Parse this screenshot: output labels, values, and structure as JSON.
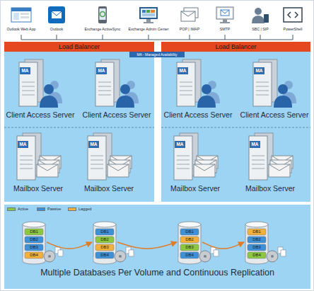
{
  "diagram": {
    "nodes": [
      {
        "text": [
          "Outlook Web App"
        ]
      },
      {
        "text": [
          "Outlook"
        ]
      },
      {
        "text": [
          "Exchange ActiveSync"
        ]
      },
      {
        "text": [
          "Exchange Admin Center"
        ]
      },
      {
        "text": [
          "POP | IMAP"
        ]
      },
      {
        "text": [
          "SMTP"
        ]
      },
      {
        "text": [
          "SBC | SIP"
        ]
      },
      {
        "text": [
          "PowerShell"
        ]
      },
      {
        "text": [
          "Load Balancer"
        ]
      },
      {
        "text": [
          "Load Balancer"
        ]
      },
      {
        "text": [
          "MA - Managed Availability"
        ]
      },
      {
        "text": [
          "MA",
          "Client Access Server"
        ]
      },
      {
        "text": [
          "MA",
          "Client Access Server"
        ]
      },
      {
        "text": [
          "MA",
          "Client Access Server"
        ]
      },
      {
        "text": [
          "MA",
          "Client Access Server"
        ]
      },
      {
        "text": [
          "MA",
          "Mailbox Server"
        ]
      },
      {
        "text": [
          "MA",
          "Mailbox Server"
        ]
      },
      {
        "text": [
          "MA",
          "Mailbox Server"
        ]
      },
      {
        "text": [
          "MA",
          "Mailbox Server"
        ]
      },
      {
        "text": [
          "Multiple Databases Per Volume and Continuous Replication"
        ]
      },
      {
        "text": [
          "DB1",
          "DB2",
          "DB3",
          "DB4"
        ],
        "in": 19
      },
      {
        "text": [
          "DB1",
          "DB2",
          "DB3",
          "DB4"
        ],
        "in": 19
      },
      {
        "text": [
          "DB1",
          "DB2",
          "DB3",
          "DB4"
        ],
        "in": 19
      },
      {
        "text": [
          "DB1",
          "DB2",
          "DB3",
          "DB4"
        ],
        "in": 19
      }
    ],
    "edges": [
      {
        "from": 20,
        "to": 21,
        "arrow": "to"
      },
      {
        "from": 21,
        "to": 22,
        "arrow": "to"
      },
      {
        "from": 22,
        "to": 23,
        "arrow": "to"
      }
    ],
    "legend": [
      {
        "text": "Active",
        "color": "#8dc63f"
      },
      {
        "text": "Passive",
        "color": "#3d8fd6"
      },
      {
        "text": "Lagged",
        "color": "#f3b03a"
      }
    ]
  }
}
